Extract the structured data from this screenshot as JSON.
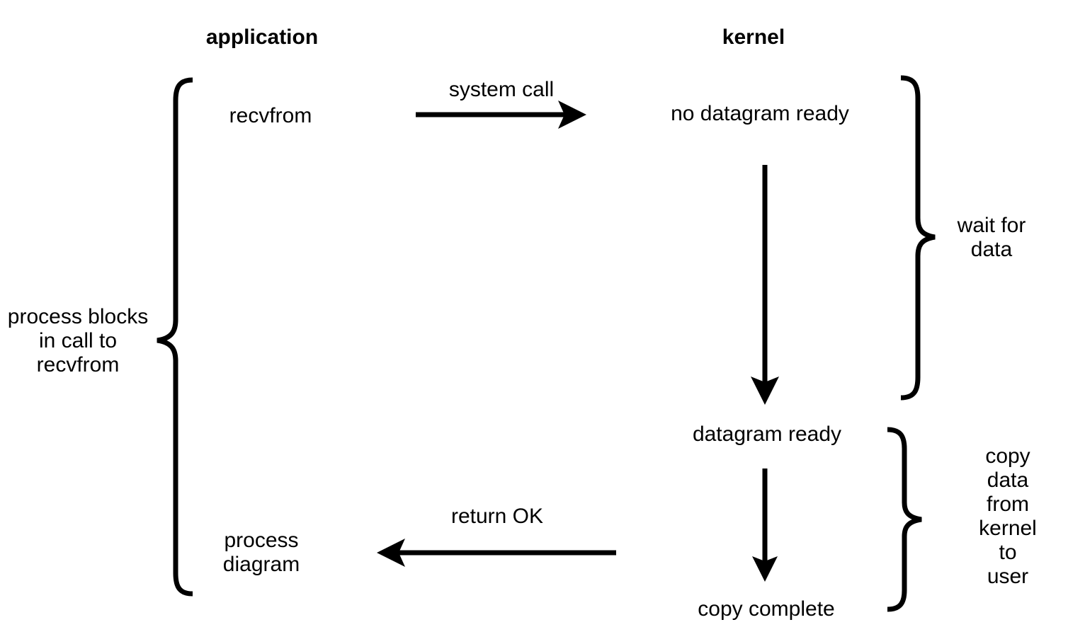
{
  "colors": {
    "ink": "#000000",
    "background": "#ffffff"
  },
  "headers": {
    "application": "application",
    "kernel": "kernel"
  },
  "application_column": {
    "recvfrom": "recvfrom",
    "process_diagram": "process\ndiagram"
  },
  "kernel_column": {
    "no_datagram_ready": "no datagram ready",
    "datagram_ready": "datagram ready",
    "copy_complete": "copy complete"
  },
  "transitions": {
    "system_call": "system call",
    "return_ok": "return OK"
  },
  "annotations": {
    "process_blocks": "process blocks\nin call to\nrecvfrom",
    "wait_for_data": "wait for\ndata",
    "copy_data": "copy data\nfrom kernel\nto user"
  }
}
